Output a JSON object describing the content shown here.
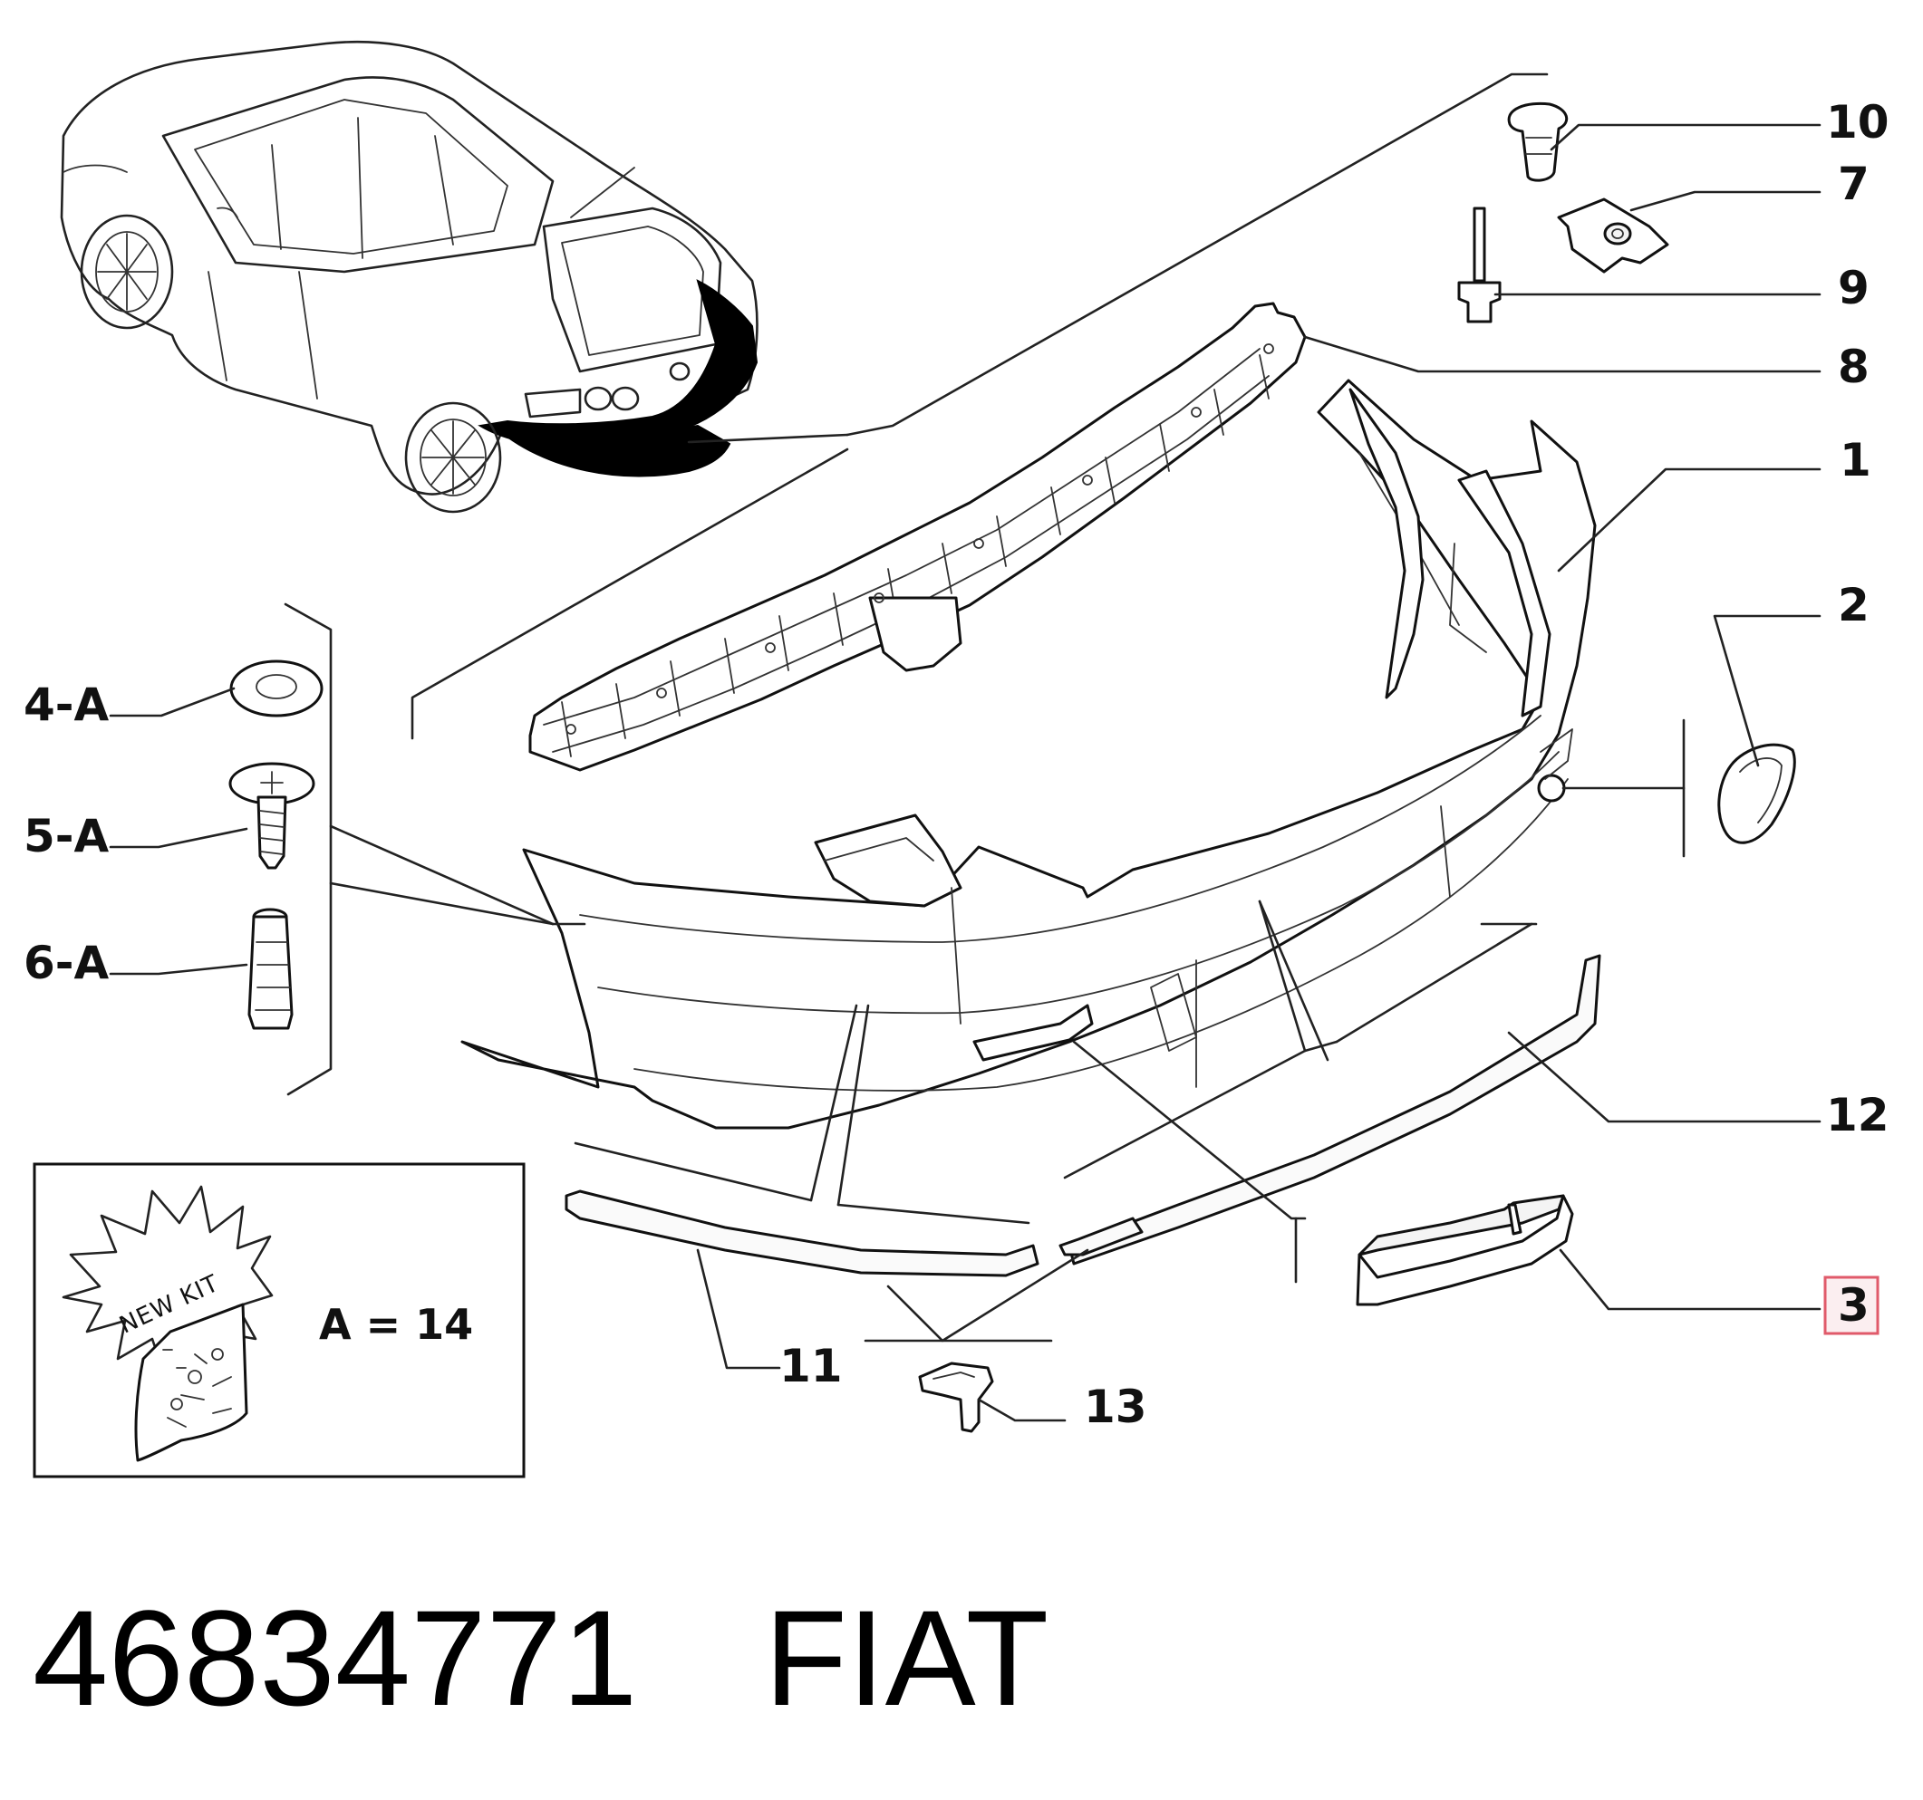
{
  "callouts": {
    "c10": "10",
    "c7": "7",
    "c9": "9",
    "c8": "8",
    "c1": "1",
    "c2": "2",
    "c12": "12",
    "c3": "3",
    "c11": "11",
    "c13": "13",
    "c4a": "4-A",
    "c5a": "5-A",
    "c6a": "6-A"
  },
  "kit": {
    "burst_text": "NEW KIT",
    "equation": "A = 14"
  },
  "footer": {
    "part_number": "46834771",
    "brand": "FIAT"
  },
  "colors": {
    "line": "#222222",
    "highlight_box": "#e05a6a",
    "fill_black": "#000000"
  }
}
